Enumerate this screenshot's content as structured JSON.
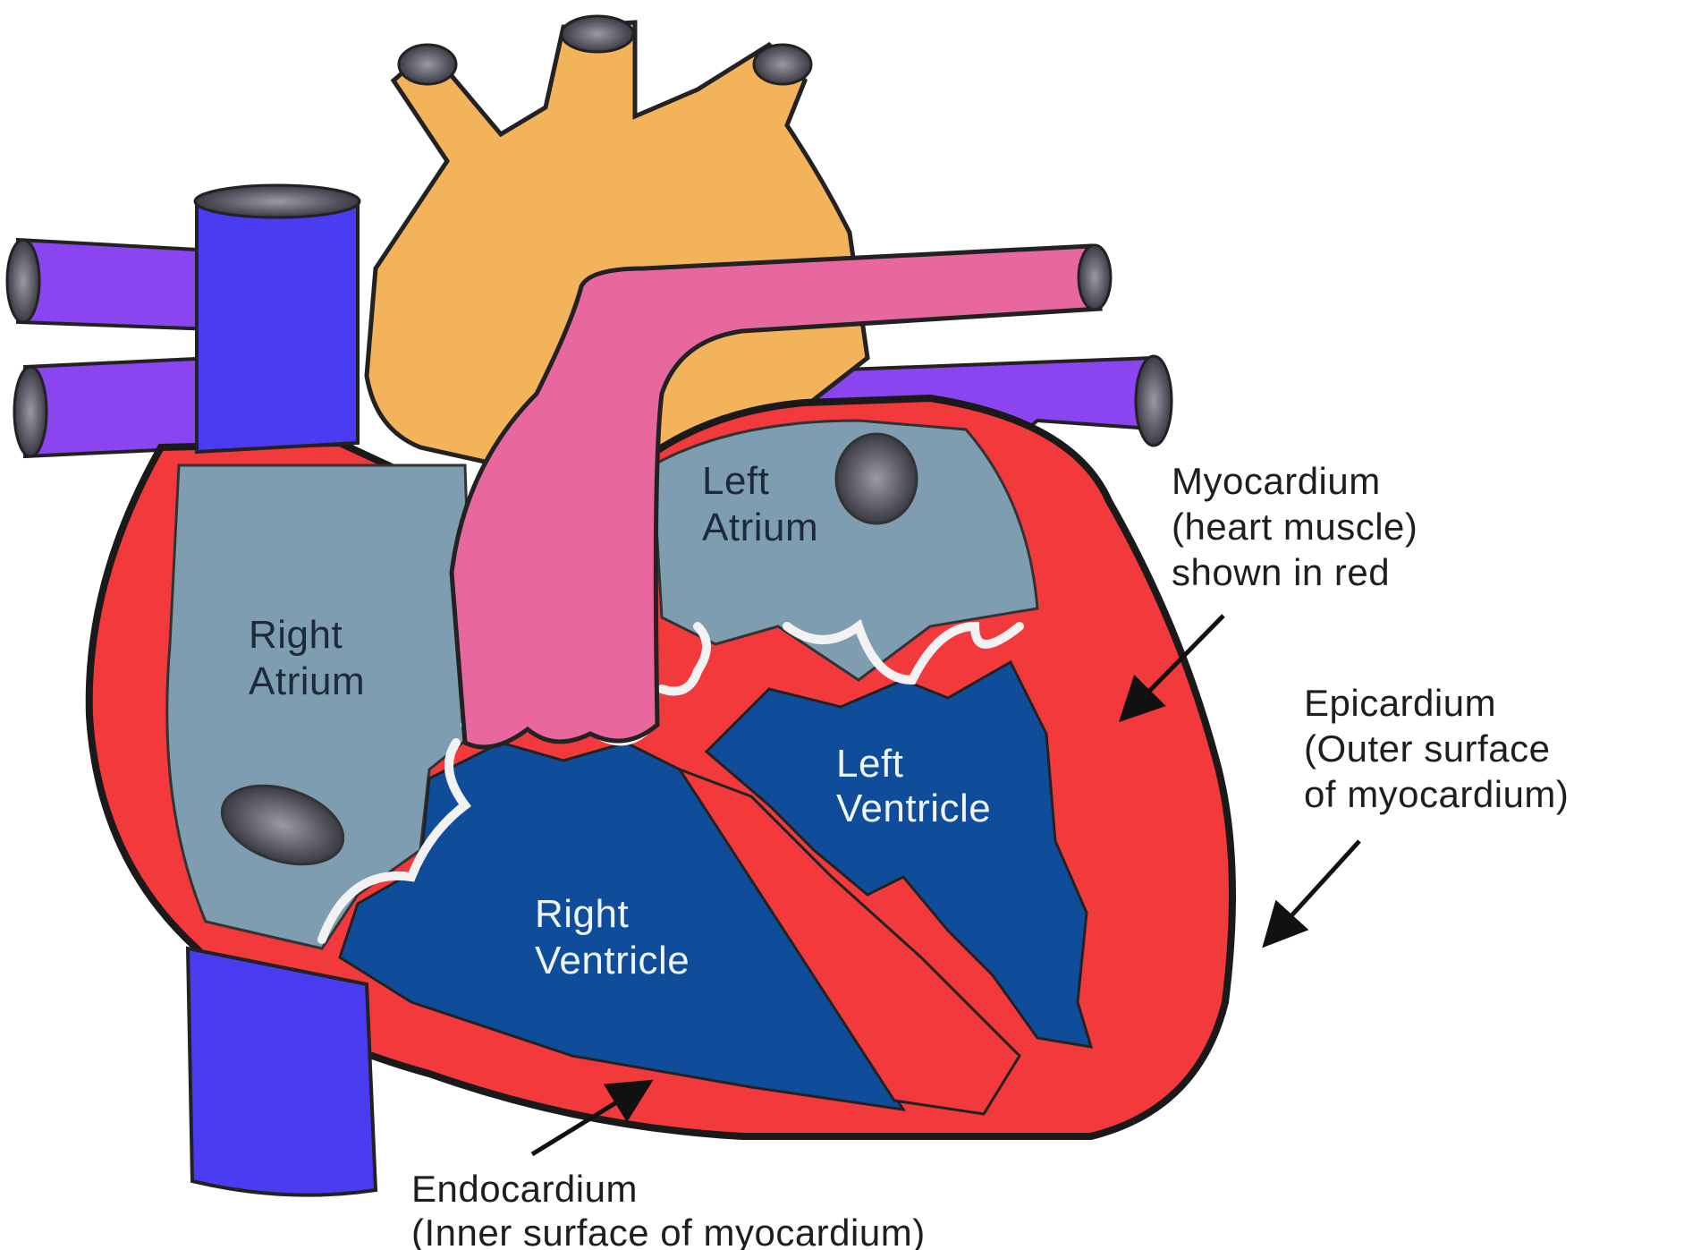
{
  "colors": {
    "background": "#ffffff",
    "aorta": "#f2b35a",
    "pulmonary_artery": "#e8679e",
    "vena_cava": "#4a3cf0",
    "pulmonary_veins": "#8a45f0",
    "atria_fill": "#7f9db0",
    "ventricles_fill": "#0f4c9a",
    "myocardium": "#f2393c",
    "valve": "#f2f2f2",
    "text_light": "#f0f4ff",
    "text_dark": "#1e2a3a",
    "callout_text": "#1e1e1e"
  },
  "chambers": {
    "right_atrium": [
      "Right",
      "Atrium"
    ],
    "left_atrium": [
      "Left",
      "Atrium"
    ],
    "right_ventricle": [
      "Right",
      "Ventricle"
    ],
    "left_ventricle": [
      "Left",
      "Ventricle"
    ]
  },
  "callouts": {
    "myocardium": [
      "Myocardium",
      "(heart muscle)",
      "shown in red"
    ],
    "epicardium": [
      "Epicardium",
      "(Outer surface",
      "of myocardium)"
    ],
    "endocardium": [
      "Endocardium",
      "(Inner surface of myocardium)"
    ]
  },
  "icons": [
    "arrow-icon"
  ]
}
